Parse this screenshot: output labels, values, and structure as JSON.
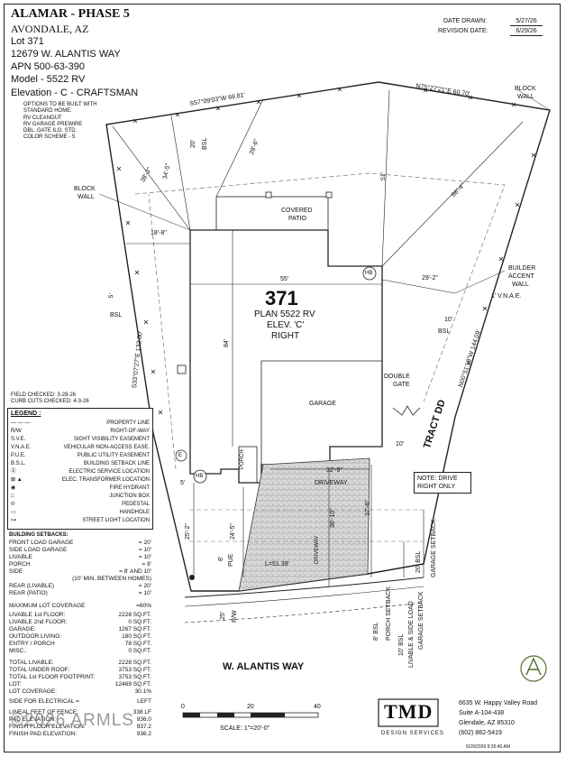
{
  "header": {
    "project": "ALAMAR - PHASE 5",
    "city": "AVONDALE, AZ",
    "lot_line": "Lot  371",
    "address": "12679 W. ALANTIS WAY",
    "apn": "APN 500-63-390",
    "model": "Model - 5522 RV",
    "elevation": "Elevation - C - CRAFTSMAN",
    "options_title": "OPTIONS TO BE BUILT WITH STANDARD HOME:",
    "options": [
      "RV CLEANOUT",
      "RV GARAGE PREWIRE",
      "DBL. GATE ILO. STD.",
      "COLOR SCHEME - 5"
    ]
  },
  "dates": {
    "drawn_label": "DATE DRAWN:",
    "drawn_value": "5/27/26",
    "revision_label": "REVISION DATE:",
    "revision_value": "6/29/26"
  },
  "plan": {
    "lot_number": "371",
    "plan_name": "PLAN 5522 RV",
    "elev": "ELEV. 'C'",
    "hand": "RIGHT",
    "covered_patio_1": "COVERED",
    "covered_patio_2": "PATIO",
    "garage": "GARAGE",
    "porch": "PORCH",
    "driveway": "DRIVEWAY",
    "driveway_vert": "DRIVEWAY",
    "street": "W. ALANTIS WAY",
    "tract": "TRACT DD",
    "double_gate_1": "DOUBLE",
    "double_gate_2": "GATE",
    "block_wall_left_1": "BLOCK",
    "block_wall_left_2": "WALL",
    "block_wall_right_1": "BLOCK",
    "block_wall_right_2": "WALL",
    "builder_wall_1": "BUILDER",
    "builder_wall_2": "ACCENT",
    "builder_wall_3": "WALL",
    "vnae": "1' V.N.A.E.",
    "hb1": "HB",
    "hb2": "HB",
    "e_marker": "E",
    "note_drive_1": "NOTE: DRIVE",
    "note_drive_2": "RIGHT ONLY"
  },
  "dimensions": {
    "top_left_bearing": "S57°09'03\"W 69.81'",
    "top_right_bearing": "N75°27'21\"E 60.70'",
    "left_bearing": "S33°07'27\"E 132.00'",
    "right_bearing": "N00°51'18\"W 144.09'",
    "d_20": "20'",
    "d_bsl_top": "BSL",
    "d_28_6": "28'-6\"",
    "d_38_3": "38'-3\"",
    "d_34_5": "34'-5\"",
    "d_51": "51'",
    "d_66_4": "66'-4\"",
    "d_18_8": "18'-8\"",
    "d_55": "55'",
    "d_29_2": "29'-2\"",
    "d_84": "84'",
    "d_5": "5'",
    "d_bsl_left": "BSL",
    "d_10_right": "10'",
    "d_bsl_right": "BSL",
    "d_10_gate": "10'",
    "d_32_9": "32'-9\"",
    "d_36_10": "36'-10\"",
    "d_37_6": "37'-6\"",
    "d_5_porch": "5'",
    "d_25_2": "25'-2\"",
    "d_24_5": "24'-5\"",
    "d_8": "8'",
    "d_pue": "PUE",
    "d_l": "L=51.39'",
    "d_25": "25'",
    "d_rw": "R/W",
    "d_20_bsl": "20' BSL",
    "d_garage_setback": "GARAGE SETBACK",
    "d_8_bsl": "8' BSL",
    "d_porch_setback": "PORCH SETBACK",
    "d_10_bsl": "10' BSL",
    "d_livable": "LIVABLE & SIDE LOAD",
    "d_garage_setback2": "GARAGE SETBACK"
  },
  "checks": {
    "field": "FIELD CHECKED: 3-28-26",
    "curb": "CURB CUTS CHECKED: 4-3-26"
  },
  "legend": {
    "title": "LEGEND :",
    "items": [
      {
        "k": "",
        "v": "PROPERTY LINE"
      },
      {
        "k": "R/W",
        "v": "RIGHT-OF-WAY"
      },
      {
        "k": "S.V.E.",
        "v": "SIGHT VISIBILITY EASEMENT"
      },
      {
        "k": "V.N.A.E.",
        "v": "VEHICULAR NON-ACCESS EASE."
      },
      {
        "k": "P.U.E.",
        "v": "PUBLIC UTILITY EASEMENT"
      },
      {
        "k": "B.S.L.",
        "v": "BUILDING SETBACK LINE"
      },
      {
        "k": "",
        "v": "ELECTRIC SERVICE LOCATION"
      },
      {
        "k": "",
        "v": "ELEC. TRANSFORMER LOCATION"
      },
      {
        "k": "",
        "v": "FIRE HYDRANT"
      },
      {
        "k": "",
        "v": "JUNCTION BOX"
      },
      {
        "k": "",
        "v": "PEDESTAL"
      },
      {
        "k": "",
        "v": "HANDHOLE"
      },
      {
        "k": "",
        "v": "STREET LIGHT LOCATION"
      }
    ]
  },
  "setbacks": {
    "title": "BUILDING SETBACKS:",
    "items": [
      {
        "k": "FRONT LOAD GARAGE",
        "v": "= 20'"
      },
      {
        "k": "SIDE LOAD GARAGE",
        "v": "= 10'"
      },
      {
        "k": "LIVABLE",
        "v": "= 10'"
      },
      {
        "k": "PORCH",
        "v": "= 8'"
      },
      {
        "k": "SIDE",
        "v": "= 8' AND 10'"
      },
      {
        "k": "",
        "v": "(10' MIN. BETWEEN HOMES)"
      },
      {
        "k": "REAR (LIVABLE)",
        "v": "= 20'"
      },
      {
        "k": "REAR (PATIO)",
        "v": "= 10'"
      }
    ],
    "max_cov_k": "MAXIMUM LOT COVERAGE",
    "max_cov_v": "=60%"
  },
  "areas": {
    "items": [
      {
        "k": "LIVABLE 1st FLOOR:",
        "v": "2228 SQ.FT."
      },
      {
        "k": "LIVABLE 2nd FLOOR:",
        "v": "0 SQ.FT."
      },
      {
        "k": "GARAGE:",
        "v": "1267 SQ.FT."
      },
      {
        "k": "OUTDOOR LIVING:",
        "v": "180 SQ.FT."
      },
      {
        "k": "ENTRY / PORCH",
        "v": "78 SQ.FT."
      },
      {
        "k": "MISC.:",
        "v": "0 SQ.FT."
      }
    ],
    "totals": [
      {
        "k": "TOTAL LIVABLE:",
        "v": "2228 SQ.FT."
      },
      {
        "k": "TOTAL UNDER ROOF:",
        "v": "3753 SQ.FT."
      },
      {
        "k": "TOTAL 1st FLOOR FOOTPRINT:",
        "v": "3753 SQ.FT."
      },
      {
        "k": "LOT:",
        "v": "12469 SQ.FT."
      },
      {
        "k": "LOT COVERAGE:",
        "v": "30.1%"
      }
    ],
    "electrical_k": "SIDE FOR ELECTRICAL =",
    "electrical_v": "LEFT",
    "bottom": [
      {
        "k": "LINEAL FEET OF FENCE:",
        "v": "338 LF"
      },
      {
        "k": "PAD ELEVATION:",
        "v": "936.0"
      },
      {
        "k": "FINISH FLOOR ELEVATION:",
        "v": "937.2"
      },
      {
        "k": "FINISH PAD ELEVATION:",
        "v": "936.2"
      }
    ]
  },
  "watermark": "©2026 ARMLS",
  "scale": {
    "t0": "0",
    "t20": "20",
    "t40": "40",
    "label": "SCALE:  1\"=20'-0\""
  },
  "company": {
    "logo": "TMD",
    "sub": "DESIGN SERVICES",
    "addr1": "6635 W. Happy Valley Road",
    "addr2": "Suite A-104-438",
    "addr3": "Glendale, AZ 85310",
    "phone": "(602) 882-5419"
  },
  "footer_stamp": "6/29/2026 9:35:40 AM"
}
